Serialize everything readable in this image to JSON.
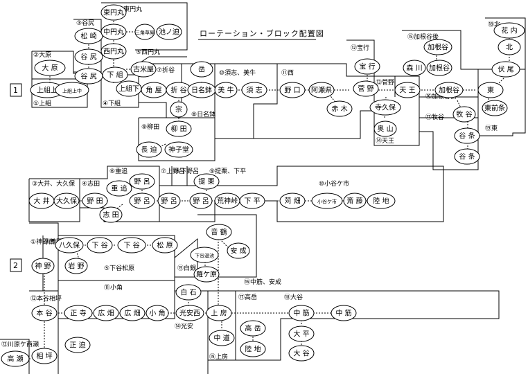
{
  "title": "ローテーション・ブロック配置図",
  "sections": [
    "1",
    "2"
  ],
  "regions": [
    {
      "id": "r1",
      "label": "①上組"
    },
    {
      "id": "r2",
      "label": "②大原"
    },
    {
      "id": "r3",
      "label": "③谷尻"
    },
    {
      "id": "r4",
      "label": "④下組"
    },
    {
      "id": "r5",
      "label": "⑤西円丸"
    },
    {
      "id": "r6",
      "label": "⑥東円丸"
    },
    {
      "id": "r7",
      "label": "⑦折谷"
    },
    {
      "id": "r8",
      "label": "⑧日名鉢"
    },
    {
      "id": "r9",
      "label": "⑨柳田"
    },
    {
      "id": "r10",
      "label": "⑩須志、美牛"
    },
    {
      "id": "r11",
      "label": "⑪西"
    },
    {
      "id": "r12",
      "label": "⑫宝行"
    },
    {
      "id": "r13",
      "label": "⑬菅野"
    },
    {
      "id": "r14",
      "label": "⑭天王"
    },
    {
      "id": "r15",
      "label": "⑮加根谷後"
    },
    {
      "id": "r16",
      "label": "⑯加根谷前"
    },
    {
      "id": "r17",
      "label": "⑰牧谷"
    },
    {
      "id": "r18",
      "label": "⑱北"
    },
    {
      "id": "r19",
      "label": "⑲東"
    },
    {
      "id": "s1",
      "label": "①神野西"
    },
    {
      "id": "s2",
      "label": "②神野東"
    },
    {
      "id": "s3",
      "label": "③大井、大久保"
    },
    {
      "id": "s4",
      "label": "④志田"
    },
    {
      "id": "s5",
      "label": "⑤下谷松原"
    },
    {
      "id": "s6",
      "label": "⑥重追"
    },
    {
      "id": "s7",
      "label": "⑦上野呂"
    },
    {
      "id": "s8",
      "label": "⑧下野呂"
    },
    {
      "id": "s9",
      "label": "⑨提栗、下平"
    },
    {
      "id": "s10",
      "label": "⑩小谷ケ市"
    },
    {
      "id": "s11",
      "label": "⑪小角"
    },
    {
      "id": "s12",
      "label": "⑫本谷相坪"
    },
    {
      "id": "s13",
      "label": "⑬川原ケ西瀬"
    },
    {
      "id": "s14",
      "label": "⑭光安"
    },
    {
      "id": "s15",
      "label": "⑮白銀"
    },
    {
      "id": "s16",
      "label": "⑯中筋、安成"
    },
    {
      "id": "s17",
      "label": "⑰高岳"
    },
    {
      "id": "s18",
      "label": "⑱大谷"
    },
    {
      "id": "s19",
      "label": "⑲上房"
    }
  ],
  "nodes": [
    {
      "id": "ohara",
      "label": "大 原"
    },
    {
      "id": "kamigumi",
      "label": "上組上"
    },
    {
      "id": "kamigumi2",
      "label": "上組上中"
    },
    {
      "id": "matsuzaki",
      "label": "松 崎"
    },
    {
      "id": "tanijiri1",
      "label": "谷 尻"
    },
    {
      "id": "tanijiri2",
      "label": "谷 尻"
    },
    {
      "id": "higashien",
      "label": "東円丸"
    },
    {
      "id": "nakaen",
      "label": "中円丸"
    },
    {
      "id": "sankaku",
      "label": "三角草屋"
    },
    {
      "id": "ikenomichi",
      "label": "池ノ迫"
    },
    {
      "id": "nishien",
      "label": "西円丸"
    },
    {
      "id": "kokome",
      "label": "古米屋"
    },
    {
      "id": "shimogumi1",
      "label": "下 組"
    },
    {
      "id": "shimogumi2",
      "label": "上組下"
    },
    {
      "id": "tsunoya",
      "label": "角 屋"
    },
    {
      "id": "oritani",
      "label": "折 谷"
    },
    {
      "id": "nishi_hina",
      "label": "日名鉢"
    },
    {
      "id": "oka",
      "label": "岳"
    },
    {
      "id": "miya",
      "label": "宗"
    },
    {
      "id": "yanagida",
      "label": "柳 田"
    },
    {
      "id": "nagasako",
      "label": "長 迫"
    },
    {
      "id": "kamiko",
      "label": "神子堂"
    },
    {
      "id": "miushi",
      "label": "美 牛"
    },
    {
      "id": "sushi",
      "label": "須 志"
    },
    {
      "id": "noguchi",
      "label": "野 口"
    },
    {
      "id": "aso",
      "label": "阿瀬県"
    },
    {
      "id": "akagi",
      "label": "赤 木"
    },
    {
      "id": "hoko",
      "label": "宝 行"
    },
    {
      "id": "sugano",
      "label": "菅 野"
    },
    {
      "id": "teraku",
      "label": "寺久保"
    },
    {
      "id": "okuyama",
      "label": "奥 山"
    },
    {
      "id": "tenno",
      "label": "天 王"
    },
    {
      "id": "kaneya1",
      "label": "加根谷"
    },
    {
      "id": "morikawa",
      "label": "森 川"
    },
    {
      "id": "kaneya2",
      "label": "加根谷"
    },
    {
      "id": "kaneya3",
      "label": "加根谷"
    },
    {
      "id": "makitani",
      "label": "牧 谷"
    },
    {
      "id": "tanijo1",
      "label": "谷 条"
    },
    {
      "id": "tanijo2",
      "label": "谷 条"
    },
    {
      "id": "hanauchi",
      "label": "花 内"
    },
    {
      "id": "kita",
      "label": "北"
    },
    {
      "id": "fushio",
      "label": "伏 尾"
    },
    {
      "id": "higashi",
      "label": "東"
    },
    {
      "id": "higashijo",
      "label": "東前条"
    },
    {
      "id": "ooi",
      "label": "大 井"
    },
    {
      "id": "ookubo",
      "label": "大久保"
    },
    {
      "id": "noda",
      "label": "野 田"
    },
    {
      "id": "shida",
      "label": "志 田"
    },
    {
      "id": "shigesako",
      "label": "重 追"
    },
    {
      "id": "noro1",
      "label": "野 呂"
    },
    {
      "id": "noro2",
      "label": "野 呂"
    },
    {
      "id": "noro3",
      "label": "野 呂"
    },
    {
      "id": "noro4",
      "label": "野 呂"
    },
    {
      "id": "teikuri",
      "label": "提 栗"
    },
    {
      "id": "kojinbu",
      "label": "荒神峠"
    },
    {
      "id": "shimohira",
      "label": "下 平"
    },
    {
      "id": "kariba",
      "label": "苅 畑"
    },
    {
      "id": "koyaga",
      "label": "小谷ケ市"
    },
    {
      "id": "saito",
      "label": "斎 藤"
    },
    {
      "id": "rokuchi",
      "label": "陸 地"
    },
    {
      "id": "hachikubo",
      "label": "八久保"
    },
    {
      "id": "shimotani1",
      "label": "下 谷"
    },
    {
      "id": "shimotani2",
      "label": "下 谷"
    },
    {
      "id": "matsubara",
      "label": "松 原"
    },
    {
      "id": "iwano",
      "label": "岩 野"
    },
    {
      "id": "kamino",
      "label": "神 野"
    },
    {
      "id": "ototsuru",
      "label": "音 鶴"
    },
    {
      "id": "yasunari",
      "label": "安 成"
    },
    {
      "id": "shimotaniyu",
      "label": "下谷温池"
    },
    {
      "id": "hanezakahara",
      "label": "羅ケ原"
    },
    {
      "id": "shiraishi",
      "label": "白 石"
    },
    {
      "id": "hontani",
      "label": "本 谷"
    },
    {
      "id": "shoji",
      "label": "正 寺"
    },
    {
      "id": "hirohata1",
      "label": "広 畑"
    },
    {
      "id": "hirohata2",
      "label": "広 畑"
    },
    {
      "id": "kokado",
      "label": "小 角"
    },
    {
      "id": "koyasunishi",
      "label": "光安西"
    },
    {
      "id": "kamifusa",
      "label": "上 房"
    },
    {
      "id": "nakamichi",
      "label": "中 道"
    },
    {
      "id": "takaoka",
      "label": "高 岳"
    },
    {
      "id": "rikuchi2",
      "label": "陸 地"
    },
    {
      "id": "nakasuji1",
      "label": "中 筋"
    },
    {
      "id": "nakasuji2",
      "label": "中 筋"
    },
    {
      "id": "ohira",
      "label": "大 平"
    },
    {
      "id": "ootani",
      "label": "大 谷"
    },
    {
      "id": "masasako",
      "label": "正 迫"
    },
    {
      "id": "takase",
      "label": "高 瀬"
    },
    {
      "id": "aitsubo",
      "label": "相 坪"
    }
  ]
}
